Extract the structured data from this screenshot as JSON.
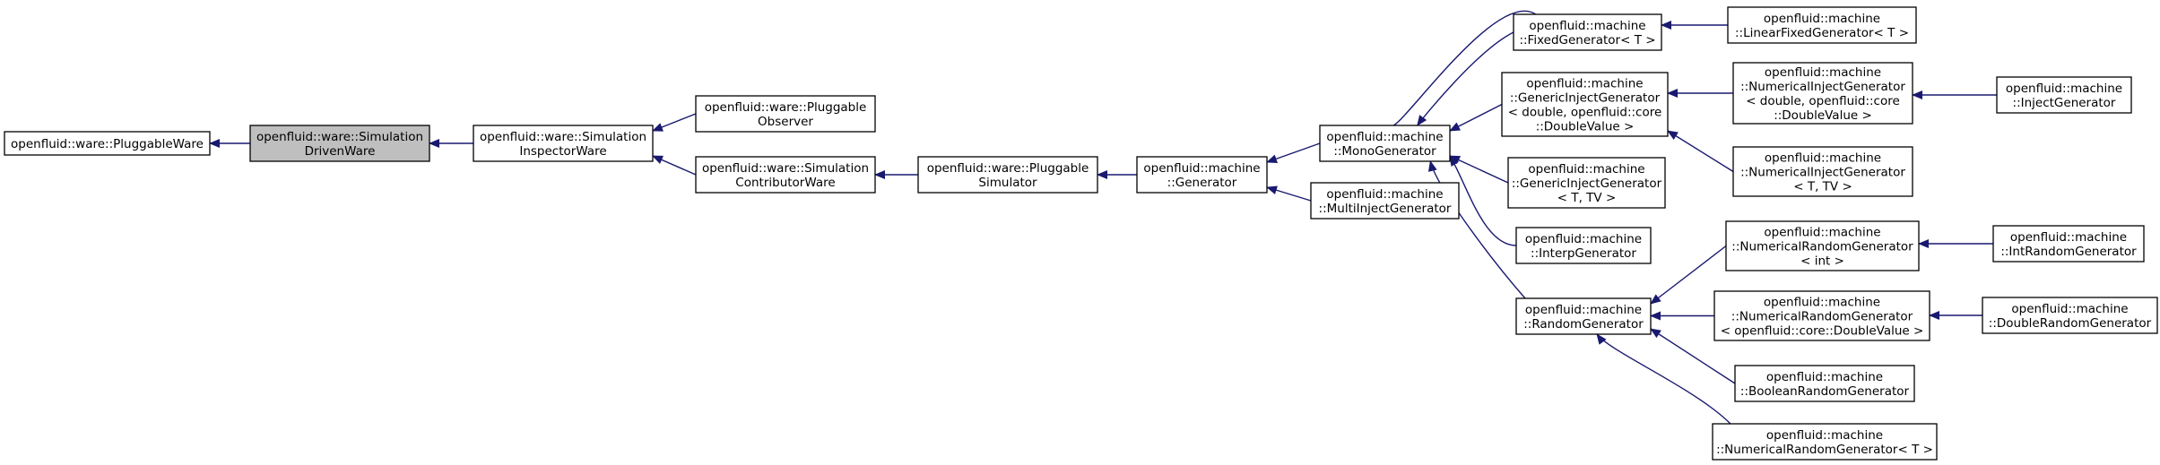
{
  "diagram": {
    "type": "class-inheritance-graph",
    "edge_color": "#191970",
    "current_node_fill": "#bfbfbf",
    "nodes": [
      {
        "id": "pluggable_ware",
        "lines": [
          "openfluid::ware::PluggableWare"
        ]
      },
      {
        "id": "simulation_driven_ware",
        "lines": [
          "openfluid::ware::Simulation",
          "DrivenWare"
        ],
        "current": true
      },
      {
        "id": "simulation_inspector_ware",
        "lines": [
          "openfluid::ware::Simulation",
          "InspectorWare"
        ]
      },
      {
        "id": "pluggable_observer",
        "lines": [
          "openfluid::ware::Pluggable",
          "Observer"
        ]
      },
      {
        "id": "simulation_contributor_ware",
        "lines": [
          "openfluid::ware::Simulation",
          "ContributorWare"
        ]
      },
      {
        "id": "pluggable_simulator",
        "lines": [
          "openfluid::ware::Pluggable",
          "Simulator"
        ]
      },
      {
        "id": "generator",
        "lines": [
          "openfluid::machine",
          "::Generator"
        ]
      },
      {
        "id": "mono_generator",
        "lines": [
          "openfluid::machine",
          "::MonoGenerator"
        ]
      },
      {
        "id": "multi_inject_generator",
        "lines": [
          "openfluid::machine",
          "::MultiInjectGenerator"
        ]
      },
      {
        "id": "fixed_generator_t",
        "lines": [
          "openfluid::machine",
          "::FixedGenerator< T >"
        ]
      },
      {
        "id": "generic_inject_generator_double",
        "lines": [
          "openfluid::machine",
          "::GenericInjectGenerator",
          "< double, openfluid::core",
          "::DoubleValue >"
        ]
      },
      {
        "id": "generic_inject_generator_t_tv",
        "lines": [
          "openfluid::machine",
          "::GenericInjectGenerator",
          "< T, TV >"
        ]
      },
      {
        "id": "interp_generator",
        "lines": [
          "openfluid::machine",
          "::InterpGenerator"
        ]
      },
      {
        "id": "random_generator",
        "lines": [
          "openfluid::machine",
          "::RandomGenerator"
        ]
      },
      {
        "id": "linear_fixed_generator_t",
        "lines": [
          "openfluid::machine",
          "::LinearFixedGenerator< T >"
        ]
      },
      {
        "id": "numerical_inject_generator_double",
        "lines": [
          "openfluid::machine",
          "::NumericalInjectGenerator",
          "< double, openfluid::core",
          "::DoubleValue >"
        ]
      },
      {
        "id": "numerical_inject_generator_t_tv",
        "lines": [
          "openfluid::machine",
          "::NumericalInjectGenerator",
          "< T, TV >"
        ]
      },
      {
        "id": "inject_generator",
        "lines": [
          "openfluid::machine",
          "::InjectGenerator"
        ]
      },
      {
        "id": "numerical_random_generator_int",
        "lines": [
          "openfluid::machine",
          "::NumericalRandomGenerator",
          "< int >"
        ]
      },
      {
        "id": "numerical_random_generator_double",
        "lines": [
          "openfluid::machine",
          "::NumericalRandomGenerator",
          "< openfluid::core::DoubleValue >"
        ]
      },
      {
        "id": "boolean_random_generator",
        "lines": [
          "openfluid::machine",
          "::BooleanRandomGenerator"
        ]
      },
      {
        "id": "numerical_random_generator_t",
        "lines": [
          "openfluid::machine",
          "::NumericalRandomGenerator< T >"
        ]
      },
      {
        "id": "int_random_generator",
        "lines": [
          "openfluid::machine",
          "::IntRandomGenerator"
        ]
      },
      {
        "id": "double_random_generator",
        "lines": [
          "openfluid::machine",
          "::DoubleRandomGenerator"
        ]
      }
    ],
    "edges": [
      {
        "from": "simulation_driven_ware",
        "to": "pluggable_ware"
      },
      {
        "from": "simulation_inspector_ware",
        "to": "simulation_driven_ware"
      },
      {
        "from": "pluggable_observer",
        "to": "simulation_inspector_ware"
      },
      {
        "from": "simulation_contributor_ware",
        "to": "simulation_inspector_ware"
      },
      {
        "from": "pluggable_simulator",
        "to": "simulation_contributor_ware"
      },
      {
        "from": "generator",
        "to": "pluggable_simulator"
      },
      {
        "from": "mono_generator",
        "to": "generator"
      },
      {
        "from": "multi_inject_generator",
        "to": "generator"
      },
      {
        "from": "fixed_generator_t",
        "to": "mono_generator"
      },
      {
        "from": "fixed_generator_t",
        "to": "mono_generator"
      },
      {
        "from": "generic_inject_generator_double",
        "to": "mono_generator"
      },
      {
        "from": "generic_inject_generator_t_tv",
        "to": "mono_generator"
      },
      {
        "from": "interp_generator",
        "to": "mono_generator"
      },
      {
        "from": "random_generator",
        "to": "mono_generator"
      },
      {
        "from": "linear_fixed_generator_t",
        "to": "fixed_generator_t"
      },
      {
        "from": "numerical_inject_generator_double",
        "to": "generic_inject_generator_double"
      },
      {
        "from": "numerical_inject_generator_t_tv",
        "to": "generic_inject_generator_double"
      },
      {
        "from": "inject_generator",
        "to": "numerical_inject_generator_double"
      },
      {
        "from": "numerical_random_generator_int",
        "to": "random_generator"
      },
      {
        "from": "numerical_random_generator_double",
        "to": "random_generator"
      },
      {
        "from": "boolean_random_generator",
        "to": "random_generator"
      },
      {
        "from": "numerical_random_generator_t",
        "to": "random_generator"
      },
      {
        "from": "int_random_generator",
        "to": "numerical_random_generator_int"
      },
      {
        "from": "double_random_generator",
        "to": "numerical_random_generator_double"
      }
    ]
  }
}
